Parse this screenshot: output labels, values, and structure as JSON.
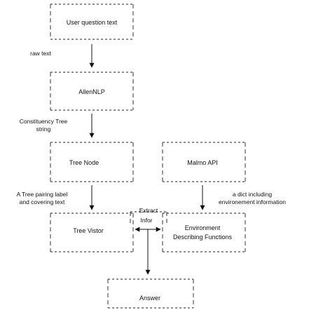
{
  "nodes": {
    "user_question": "User question text",
    "allennlp": "AllenNLP",
    "tree_node": "Tree Node",
    "malmo_api": "Malmo API",
    "tree_visitor": "Tree Vistor",
    "environment_line1": "Environment",
    "environment_line2": "Describing Functions",
    "answer": "Answer"
  },
  "edges": {
    "raw_text": "raw text",
    "constituency_line1": "Constituency Tree",
    "constituency_line2": "string",
    "tree_pairing_line1": "A Tree pairing label",
    "tree_pairing_line2": "and covering text",
    "dict_line1": "a dict including",
    "dict_line2": "environement information",
    "extract_line1": "Extract",
    "extract_line2": "Infor"
  }
}
